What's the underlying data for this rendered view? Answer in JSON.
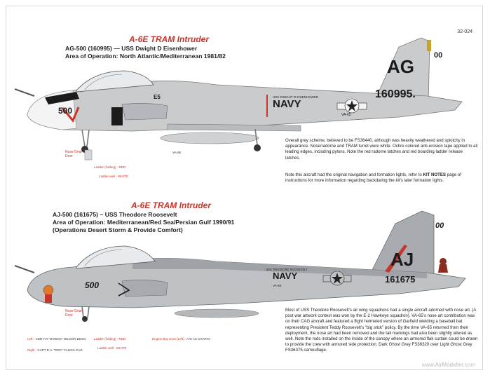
{
  "sheet_number": "32-024",
  "profile1": {
    "title": "A-6E TRAM Intruder",
    "line1": "AG-500 (160995) — USS Dwight D Eisenhower",
    "line2": "Area of Operation: North Atlantic/Mediterranean 1981/82",
    "tail_code": "AG",
    "modex": "00",
    "bureau_number": "160995.",
    "nose_number": "500",
    "service": "NAVY",
    "ship_name": "USS DWIGHT D EISENHOWER",
    "squadron": "VA-65",
    "nose_gear_label": "Nose Gear Door",
    "ladder_folding": "Ladder (folding) - RED",
    "ladder_well": "Ladder well - WHITE",
    "description": "Overall grey scheme, believed to be FS36440, although was heavily weathered and splotchy in appearance. Nose/radome and TRAM turret were white. Ochre colored anti-erosion tape applied to all leading edges, including pylons. Note the red radome latches and red boarding ladder release latches.",
    "note_before": "Note this aircraft had the original navigation and formation lights, refer to ",
    "note_strong": "KIT NOTES",
    "note_after": " page of instructions for more information regarding backdating the kit's later formation lights."
  },
  "profile2": {
    "title": "A-6E TRAM Intruder",
    "line1": "AJ-500 (161675) ~ USS Theodore Roosevelt",
    "line2": "Area of Operation: Mediterranean/Red Sea/Persian Gulf 1990/91",
    "line3": "(Operations Desert Storm & Provide Comfort)",
    "tail_code": "AJ",
    "modex": "00",
    "bureau_number": "161675",
    "nose_number": "500",
    "service": "NAVY",
    "ship_name": "USS THEODORE ROOSEVELT",
    "squadron": "VA-65",
    "nose_gear_label": "Nose Gear Door",
    "left_label": "Left - ",
    "left_text": "CDR T.R \"DAWGS\" WILSON DESG",
    "right_label": "Right - ",
    "right_text": "CAPT R.A. \"DOC\" FALKIN CAG",
    "ladder_folding": "Ladder (folding) - RED",
    "ladder_well": "Ladder well - WHITE",
    "engine_bay": "Engine Bay Door (Left) - ",
    "engine_bay_text": "A/S AS CHARTA",
    "description": "Most of USS Theodore Roosevelt's air wing squadrons had a single aircraft adorned with nose art. (A post war artwork contest was won by the E-2 Hawkeye squadron). VA-65's nose art contribution was on their CAG aircraft and featured a flight helmeted version of Garfield wielding a baseball bat representing President Teddy Roosevelt's \"big stick\" policy. By the time VA-65 returned from their deployment, the nose art had been removed and the tail markings had also been slightly altered as well. Note the rods installed on the inside of the canopy where an armored flak curtain could be drawn to provide the crew with armored side protection. Dark Ghost Grey FS36320 over Light Ghost Grey FS36375 camouflage."
  },
  "watermark": "www.AirModeller.com",
  "colors": {
    "title_red": "#c8352a",
    "aircraft_grey": "#c9cbcd",
    "dark_grey": "#9fa2a6",
    "navy_black": "#1b1b1b",
    "ochre": "#c9a12b"
  }
}
